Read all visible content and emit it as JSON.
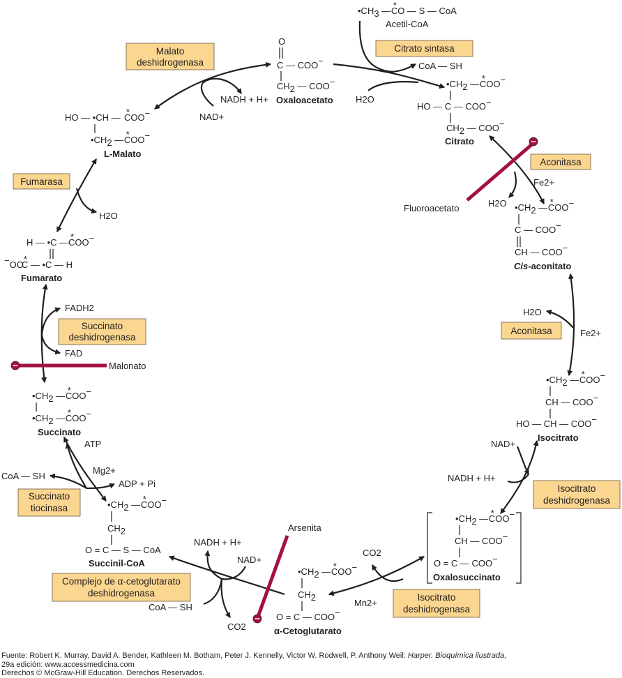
{
  "colors": {
    "enzyme_box": "#fbd690",
    "inhibitor": "#a3123f",
    "arrow": "#231f20"
  },
  "enzymes": {
    "citrato_sintasa": "Citrato sintasa",
    "aconitasa_1": "Aconitasa",
    "aconitasa_2": "Aconitasa",
    "isocitrato_dh_1": [
      "Isocitrato",
      "deshidrogenasa"
    ],
    "isocitrato_dh_2": [
      "Isocitrato",
      "deshidrogenasa"
    ],
    "cetoglutarato_dh": [
      "Complejo de α-cetoglutarato",
      "deshidrogenasa"
    ],
    "succinato_tiocinasa": [
      "Succinato",
      "tiocinasa"
    ],
    "succinato_dh": [
      "Succinato",
      "deshidrogenasa"
    ],
    "fumarasa": "Fumarasa",
    "malato_dh": [
      "Malato",
      "deshidrogenasa"
    ]
  },
  "compounds": {
    "acetil_coa": "Acetil-CoA",
    "oxaloacetato": "Oxaloacetato",
    "citrato": "Citrato",
    "cis_aconitato": [
      "Cis",
      "-aconitato"
    ],
    "isocitrato": "Isocitrato",
    "oxalosuccinato": "Oxalosuccinato",
    "cetoglutarato": "α-Cetoglutarato",
    "succinil_coa": "Succinil-CoA",
    "succinato": "Succinato",
    "fumarato": "Fumarato",
    "malato": "L-Malato"
  },
  "cofactors": {
    "coash": "CoA — SH",
    "h2o": "H2O",
    "fe2": "Fe2+",
    "nad": "NAD+",
    "nadh": "NADH + H+",
    "co2": "CO2",
    "mn2": "Mn2+",
    "atp": "ATP",
    "mg2": "Mg2+",
    "adp_pi": "ADP + Pi",
    "fadh2": "FADH2",
    "fad": "FAD"
  },
  "inhibitors": {
    "fluoroacetato": "Fluoroacetato",
    "arsenita": "Arsenita",
    "malonato": "Malonato"
  },
  "footer": {
    "line1_prefix": "Fuente: Robert K. Murray, David A. Bender, Kathleen M. Botham, Peter J. Kennelly, Victor W. Rodwell, P. Anthony Weil: ",
    "line1_italic": "Harper. Bioquímica ilustrada,",
    "line2": "29a edición: www.accessmedicina.com",
    "line3": "Derechos © McGraw-Hill Education. Derechos Reservados."
  }
}
